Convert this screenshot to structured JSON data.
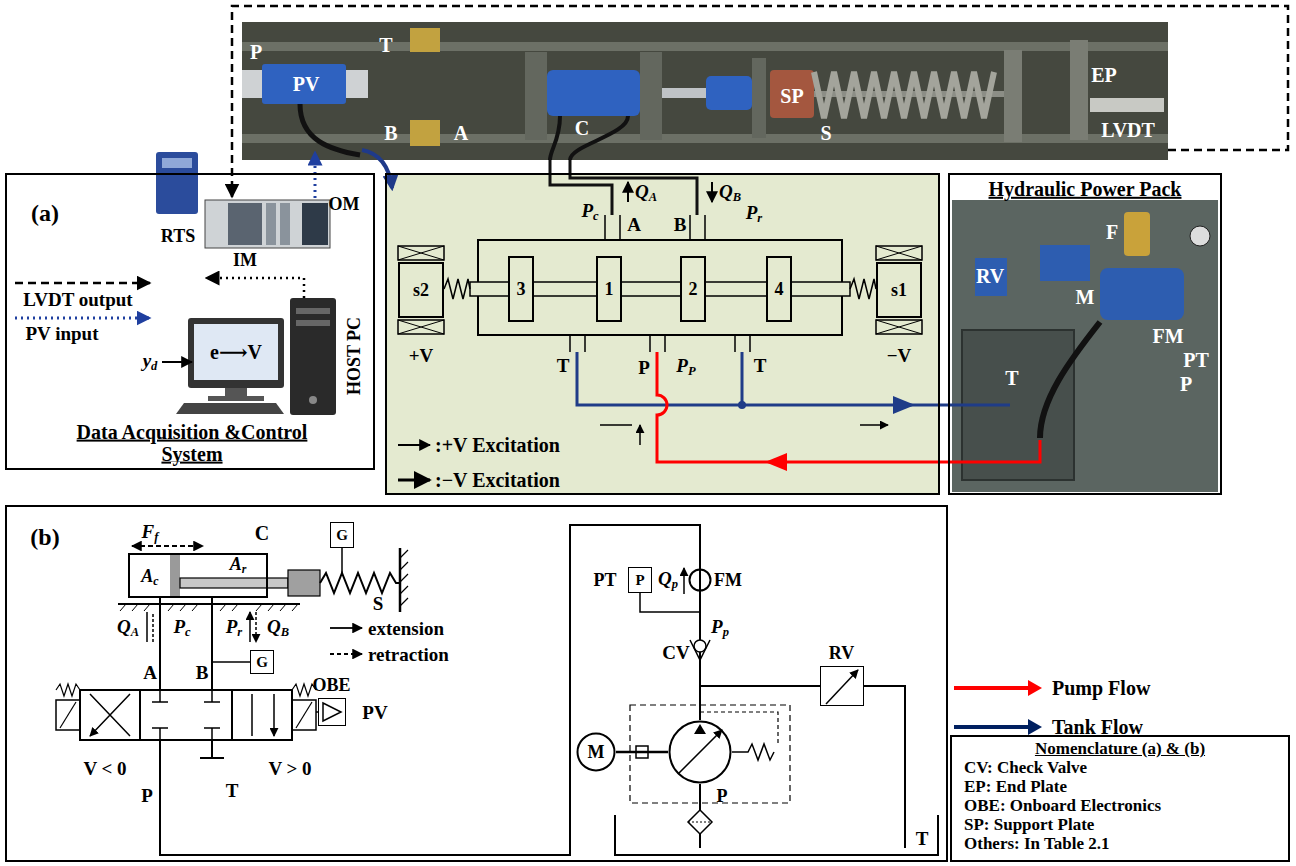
{
  "diagram": {
    "nodes": [
      {
        "text": [
          "(a)",
          "Data Acquisition &Control System"
        ]
      },
      {
        "text": [
          "RTS"
        ],
        "in": 0
      },
      {
        "text": [
          "IM"
        ],
        "in": 0
      },
      {
        "text": [
          "OM"
        ],
        "in": 0
      },
      {
        "text": [
          "HOST PC"
        ],
        "in": 0
      },
      {
        "text": [
          ":+V Excitation",
          ":−V Excitation"
        ]
      },
      {
        "text": [
          "s2"
        ],
        "in": 5
      },
      {
        "text": [
          "3"
        ],
        "in": 5
      },
      {
        "text": [
          "1"
        ],
        "in": 5
      },
      {
        "text": [
          "2"
        ],
        "in": 5
      },
      {
        "text": [
          "4"
        ],
        "in": 5
      },
      {
        "text": [
          "s1"
        ],
        "in": 5
      },
      {
        "text": [
          "Hydraulic Power Pack"
        ]
      },
      {
        "text": [
          "(b)"
        ]
      },
      {
        "text": [
          "C",
          "Ac",
          "Ar"
        ],
        "in": 13
      },
      {
        "text": [
          "G"
        ],
        "in": 13
      },
      {
        "text": [
          "G"
        ],
        "in": 13
      },
      {
        "text": [
          "OBE"
        ],
        "in": 13
      },
      {
        "text": [
          "PT",
          "P"
        ],
        "in": 13
      },
      {
        "text": [
          "FM"
        ],
        "in": 13
      },
      {
        "text": [
          "RV"
        ],
        "in": 13
      },
      {
        "text": [
          "M"
        ],
        "in": 13
      },
      {
        "text": [
          "P"
        ],
        "in": 13
      },
      {
        "text": [
          "Nomenclature (a) & (b)",
          "CV: Check Valve",
          "EP: End Plate",
          "OBE: Onboard Electronics",
          "SP: Support Plate",
          "Others: In Table 2.1"
        ]
      }
    ],
    "edges": [
      {
        "from": 4,
        "to": 1,
        "arrow": "to"
      },
      {
        "from": 21,
        "to": 22,
        "arrow": "none"
      },
      {
        "from": 22,
        "to": 20,
        "arrow": "none"
      }
    ],
    "labels": [
      "P",
      "PV",
      "T",
      "B",
      "A",
      "C",
      "SP",
      "S",
      "EP",
      "LVDT",
      "LVDT output",
      "PV input",
      "yd",
      "e⟶V",
      "QA",
      "Pc",
      "A",
      "B",
      "QB",
      "Pr",
      "+V",
      "−V",
      "T",
      "P",
      "PP",
      "T",
      "F",
      "RV",
      "M",
      "FM",
      "PT",
      "T",
      "P",
      "Ff",
      "S",
      "QA",
      "Pc",
      "Pr",
      "QB",
      "A",
      "B",
      "extension",
      "retraction",
      "PV",
      "V < 0",
      "V > 0",
      "P",
      "T",
      "Qp",
      "Pp",
      "CV",
      "T"
    ],
    "legend": [
      {
        "text": "Pump Flow",
        "color": "#ff0000"
      },
      {
        "text": "Tank Flow",
        "color": "#002060"
      }
    ]
  }
}
